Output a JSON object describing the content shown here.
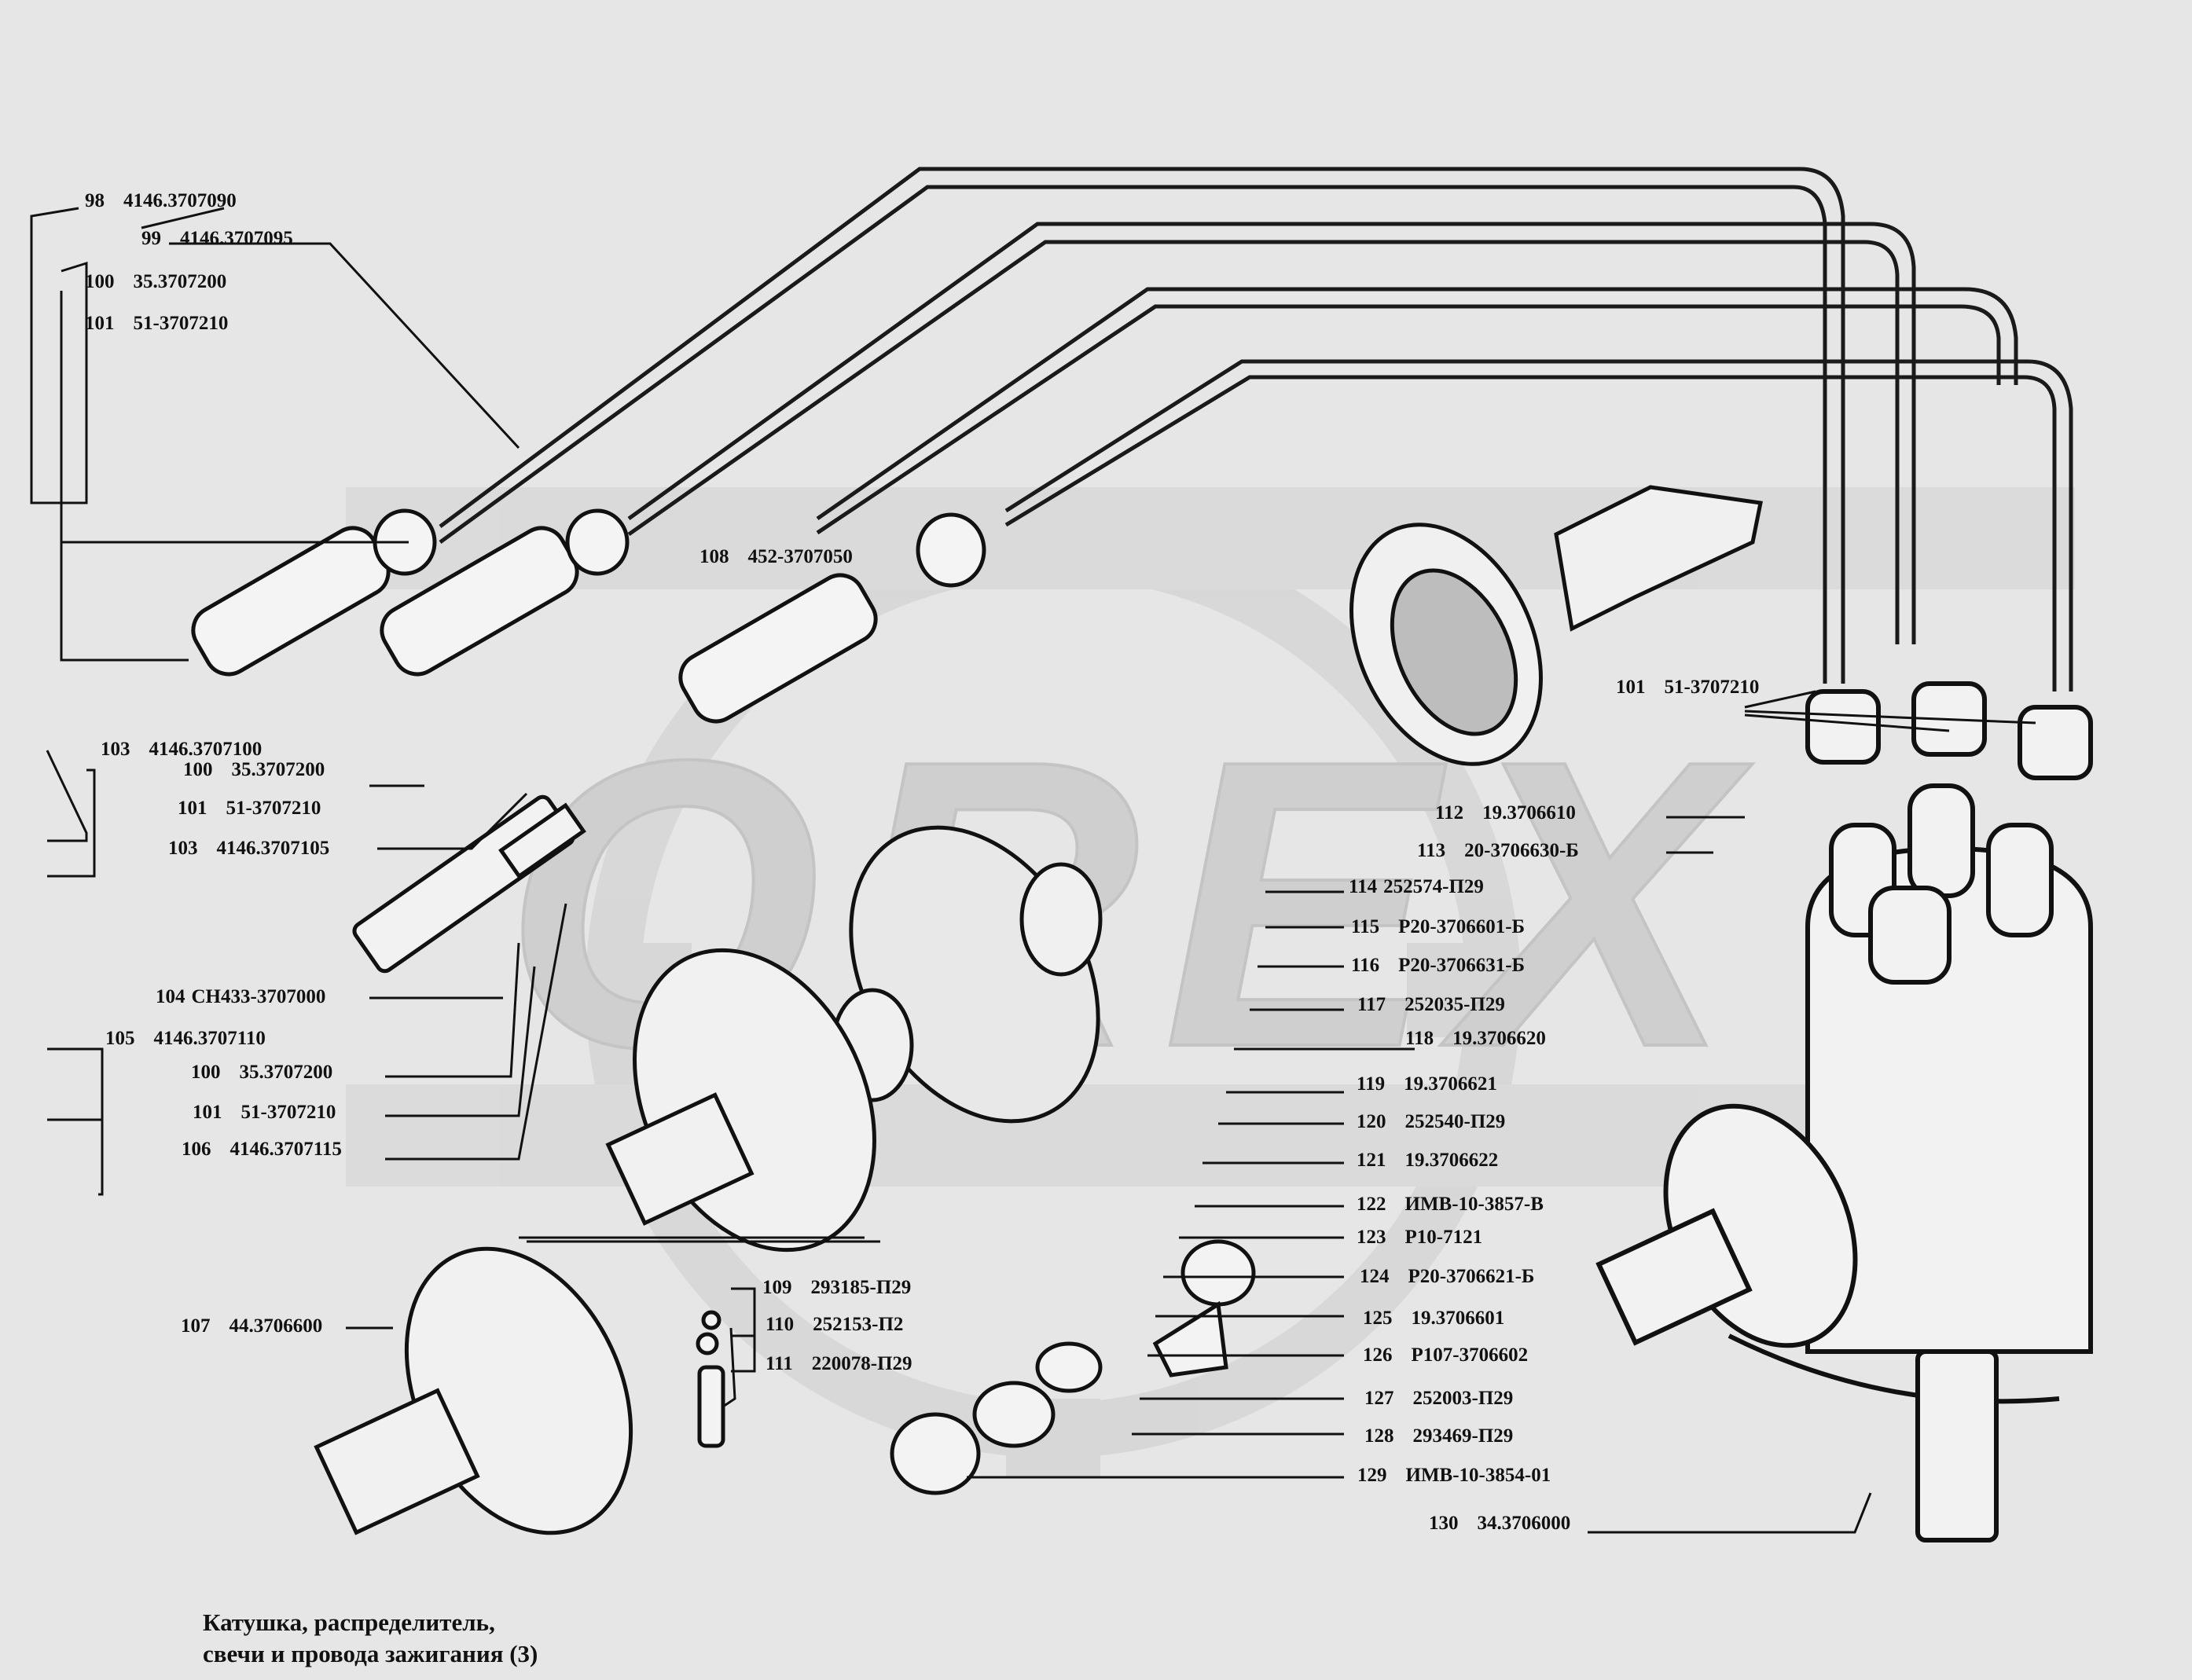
{
  "watermark": {
    "text": "OREX",
    "color": "#cfcfcf",
    "logo": "gear-watermark"
  },
  "caption": {
    "line1": "Катушка, распределитель,",
    "line2": "свечи и провода зажигания (3)"
  },
  "parts": [
    {
      "num": "98",
      "code": "4146.3707090"
    },
    {
      "num": "99",
      "code": "4146.3707095"
    },
    {
      "num": "100",
      "code": "35.3707200"
    },
    {
      "num": "101",
      "code": "51-3707210"
    },
    {
      "num": "108",
      "code": "452-3707050"
    },
    {
      "num": "101",
      "code": "51-3707210"
    },
    {
      "num": "103",
      "code": "4146.3707100"
    },
    {
      "num": "100",
      "code": "35.3707200"
    },
    {
      "num": "101",
      "code": "51-3707210"
    },
    {
      "num": "103",
      "code": "4146.3707105"
    },
    {
      "num": "104",
      "code": "СН433-3707000"
    },
    {
      "num": "105",
      "code": "4146.3707110"
    },
    {
      "num": "100",
      "code": "35.3707200"
    },
    {
      "num": "101",
      "code": "51-3707210"
    },
    {
      "num": "106",
      "code": "4146.3707115"
    },
    {
      "num": "112",
      "code": "19.3706610"
    },
    {
      "num": "113",
      "code": "20-3706630-Б"
    },
    {
      "num": "114",
      "code": "252574-П29"
    },
    {
      "num": "115",
      "code": "Р20-3706601-Б"
    },
    {
      "num": "116",
      "code": "Р20-3706631-Б"
    },
    {
      "num": "117",
      "code": "252035-П29"
    },
    {
      "num": "118",
      "code": "19.3706620"
    },
    {
      "num": "119",
      "code": "19.3706621"
    },
    {
      "num": "120",
      "code": "252540-П29"
    },
    {
      "num": "121",
      "code": "19.3706622"
    },
    {
      "num": "122",
      "code": "ИМВ-10-3857-В"
    },
    {
      "num": "123",
      "code": "Р10-7121"
    },
    {
      "num": "124",
      "code": "Р20-3706621-Б"
    },
    {
      "num": "125",
      "code": "19.3706601"
    },
    {
      "num": "126",
      "code": "Р107-3706602"
    },
    {
      "num": "127",
      "code": "252003-П29"
    },
    {
      "num": "128",
      "code": "293469-П29"
    },
    {
      "num": "129",
      "code": "ИМВ-10-3854-01"
    },
    {
      "num": "130",
      "code": "34.3706000"
    },
    {
      "num": "107",
      "code": "44.3706600"
    },
    {
      "num": "109",
      "code": "293185-П29"
    },
    {
      "num": "110",
      "code": "252153-П2"
    },
    {
      "num": "111",
      "code": "220078-П29"
    }
  ]
}
